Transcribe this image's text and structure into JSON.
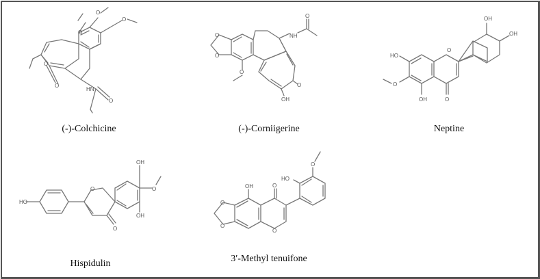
{
  "figure": {
    "compounds": [
      {
        "id": "colchicine",
        "name": "(-)-Colchicine",
        "atom_labels": [
          "O",
          "O",
          "O",
          "O",
          "O",
          "HN",
          "O"
        ]
      },
      {
        "id": "corniigerine",
        "name": "(-)-Corniigerine",
        "atom_labels": [
          "O",
          "O",
          "O",
          "NH",
          "O",
          "O",
          "OH"
        ]
      },
      {
        "id": "neptine",
        "name": "Neptine",
        "atom_labels": [
          "OH",
          "OH",
          "HO",
          "O",
          "O",
          "OH",
          "O"
        ]
      },
      {
        "id": "hispidulin",
        "name": "Hispidulin",
        "atom_labels": [
          "OH",
          "O",
          "O",
          "HO",
          "OH",
          "O"
        ]
      },
      {
        "id": "methyl-tenuifone",
        "name": "3′-Methyl tenuifone",
        "atom_labels": [
          "O",
          "HO",
          "OH",
          "O",
          "O",
          "O",
          "O"
        ]
      }
    ]
  },
  "colors": {
    "border": "#555555",
    "bond": "#777777",
    "text": "#111111"
  }
}
